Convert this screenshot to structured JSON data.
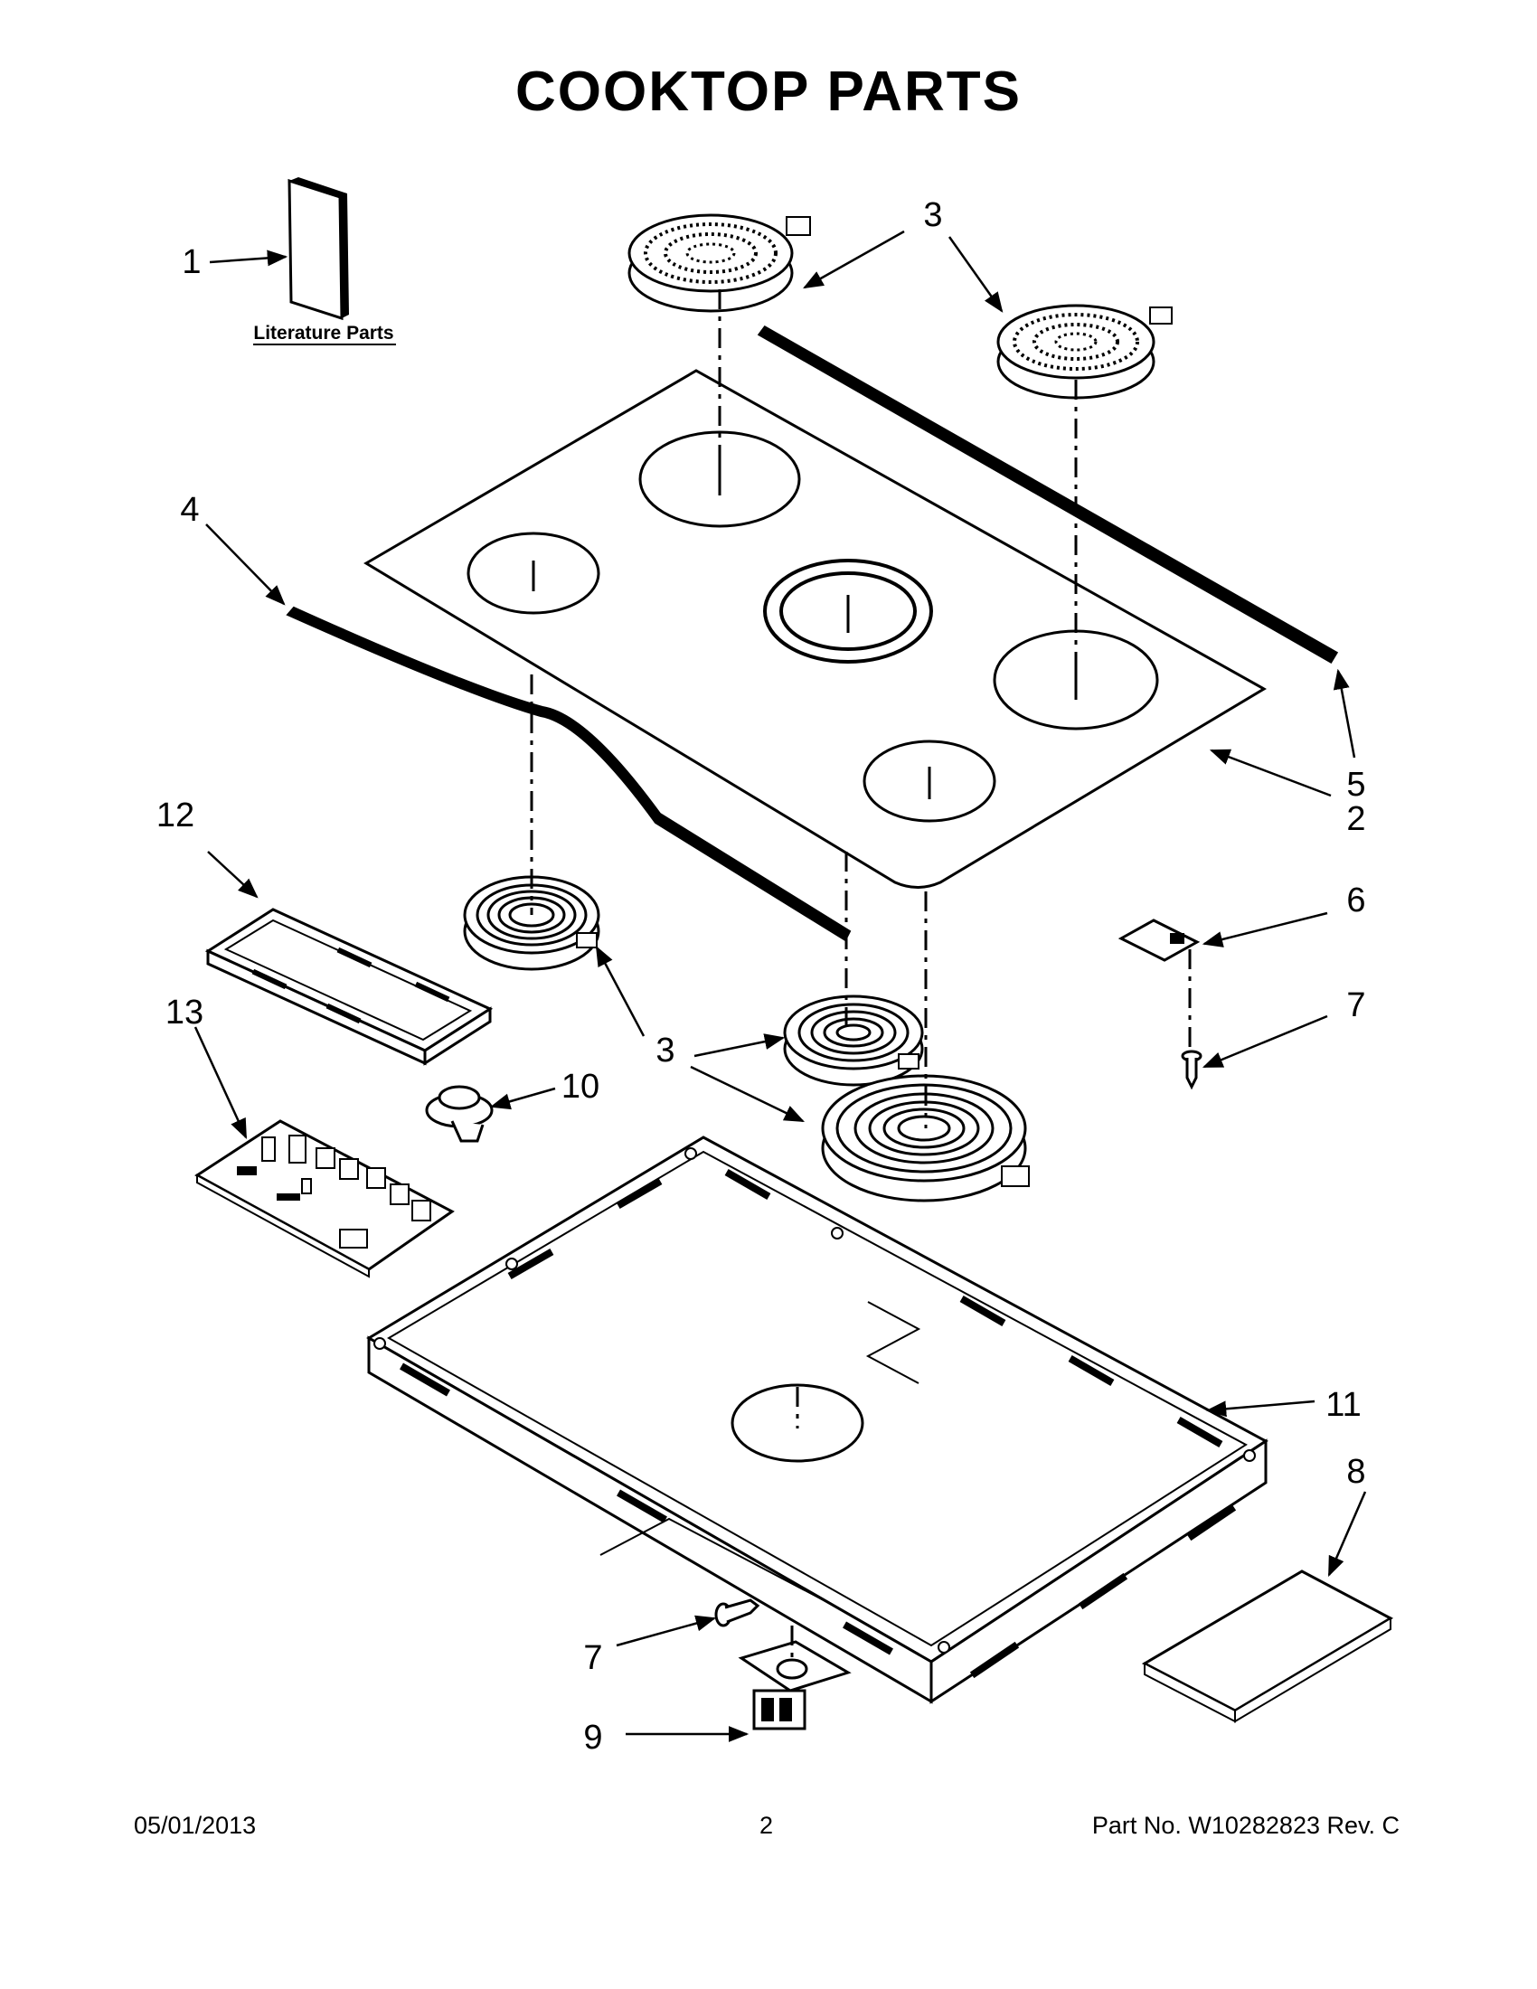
{
  "title": "COOKTOP PARTS",
  "literature_label": "Literature Parts",
  "callouts": {
    "c1": "1",
    "c2": "2",
    "c3a": "3",
    "c3b": "3",
    "c4": "4",
    "c5": "5",
    "c6": "6",
    "c7a": "7",
    "c7b": "7",
    "c8": "8",
    "c9": "9",
    "c10": "10",
    "c11": "11",
    "c12": "12",
    "c13": "13"
  },
  "footer": {
    "date": "05/01/2013",
    "page": "2",
    "part_number": "Part No.  W10282823  Rev.  C"
  }
}
